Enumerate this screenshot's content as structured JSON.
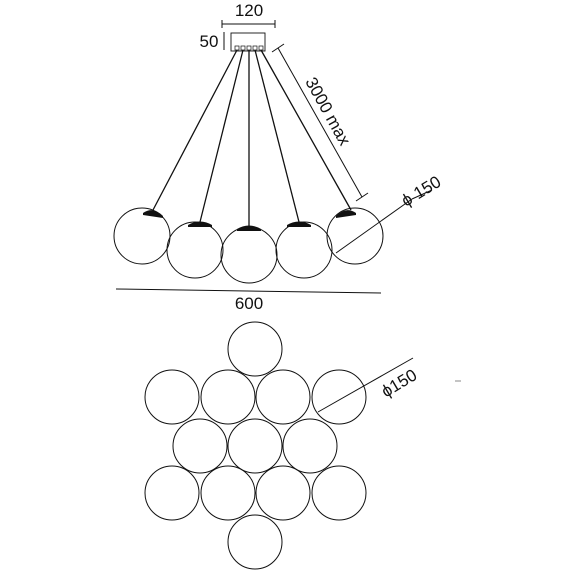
{
  "dimensions": {
    "canopy_width": "120",
    "canopy_height": "50",
    "cable_length": "3000 max",
    "globe_diameter_side": "ϕ 150",
    "overall_width": "600",
    "globe_diameter_top": "ϕ150"
  },
  "counts": {
    "side_view_globes": 5,
    "top_view_globes": 13
  },
  "colors": {
    "line": "#111111",
    "background": "#ffffff"
  }
}
